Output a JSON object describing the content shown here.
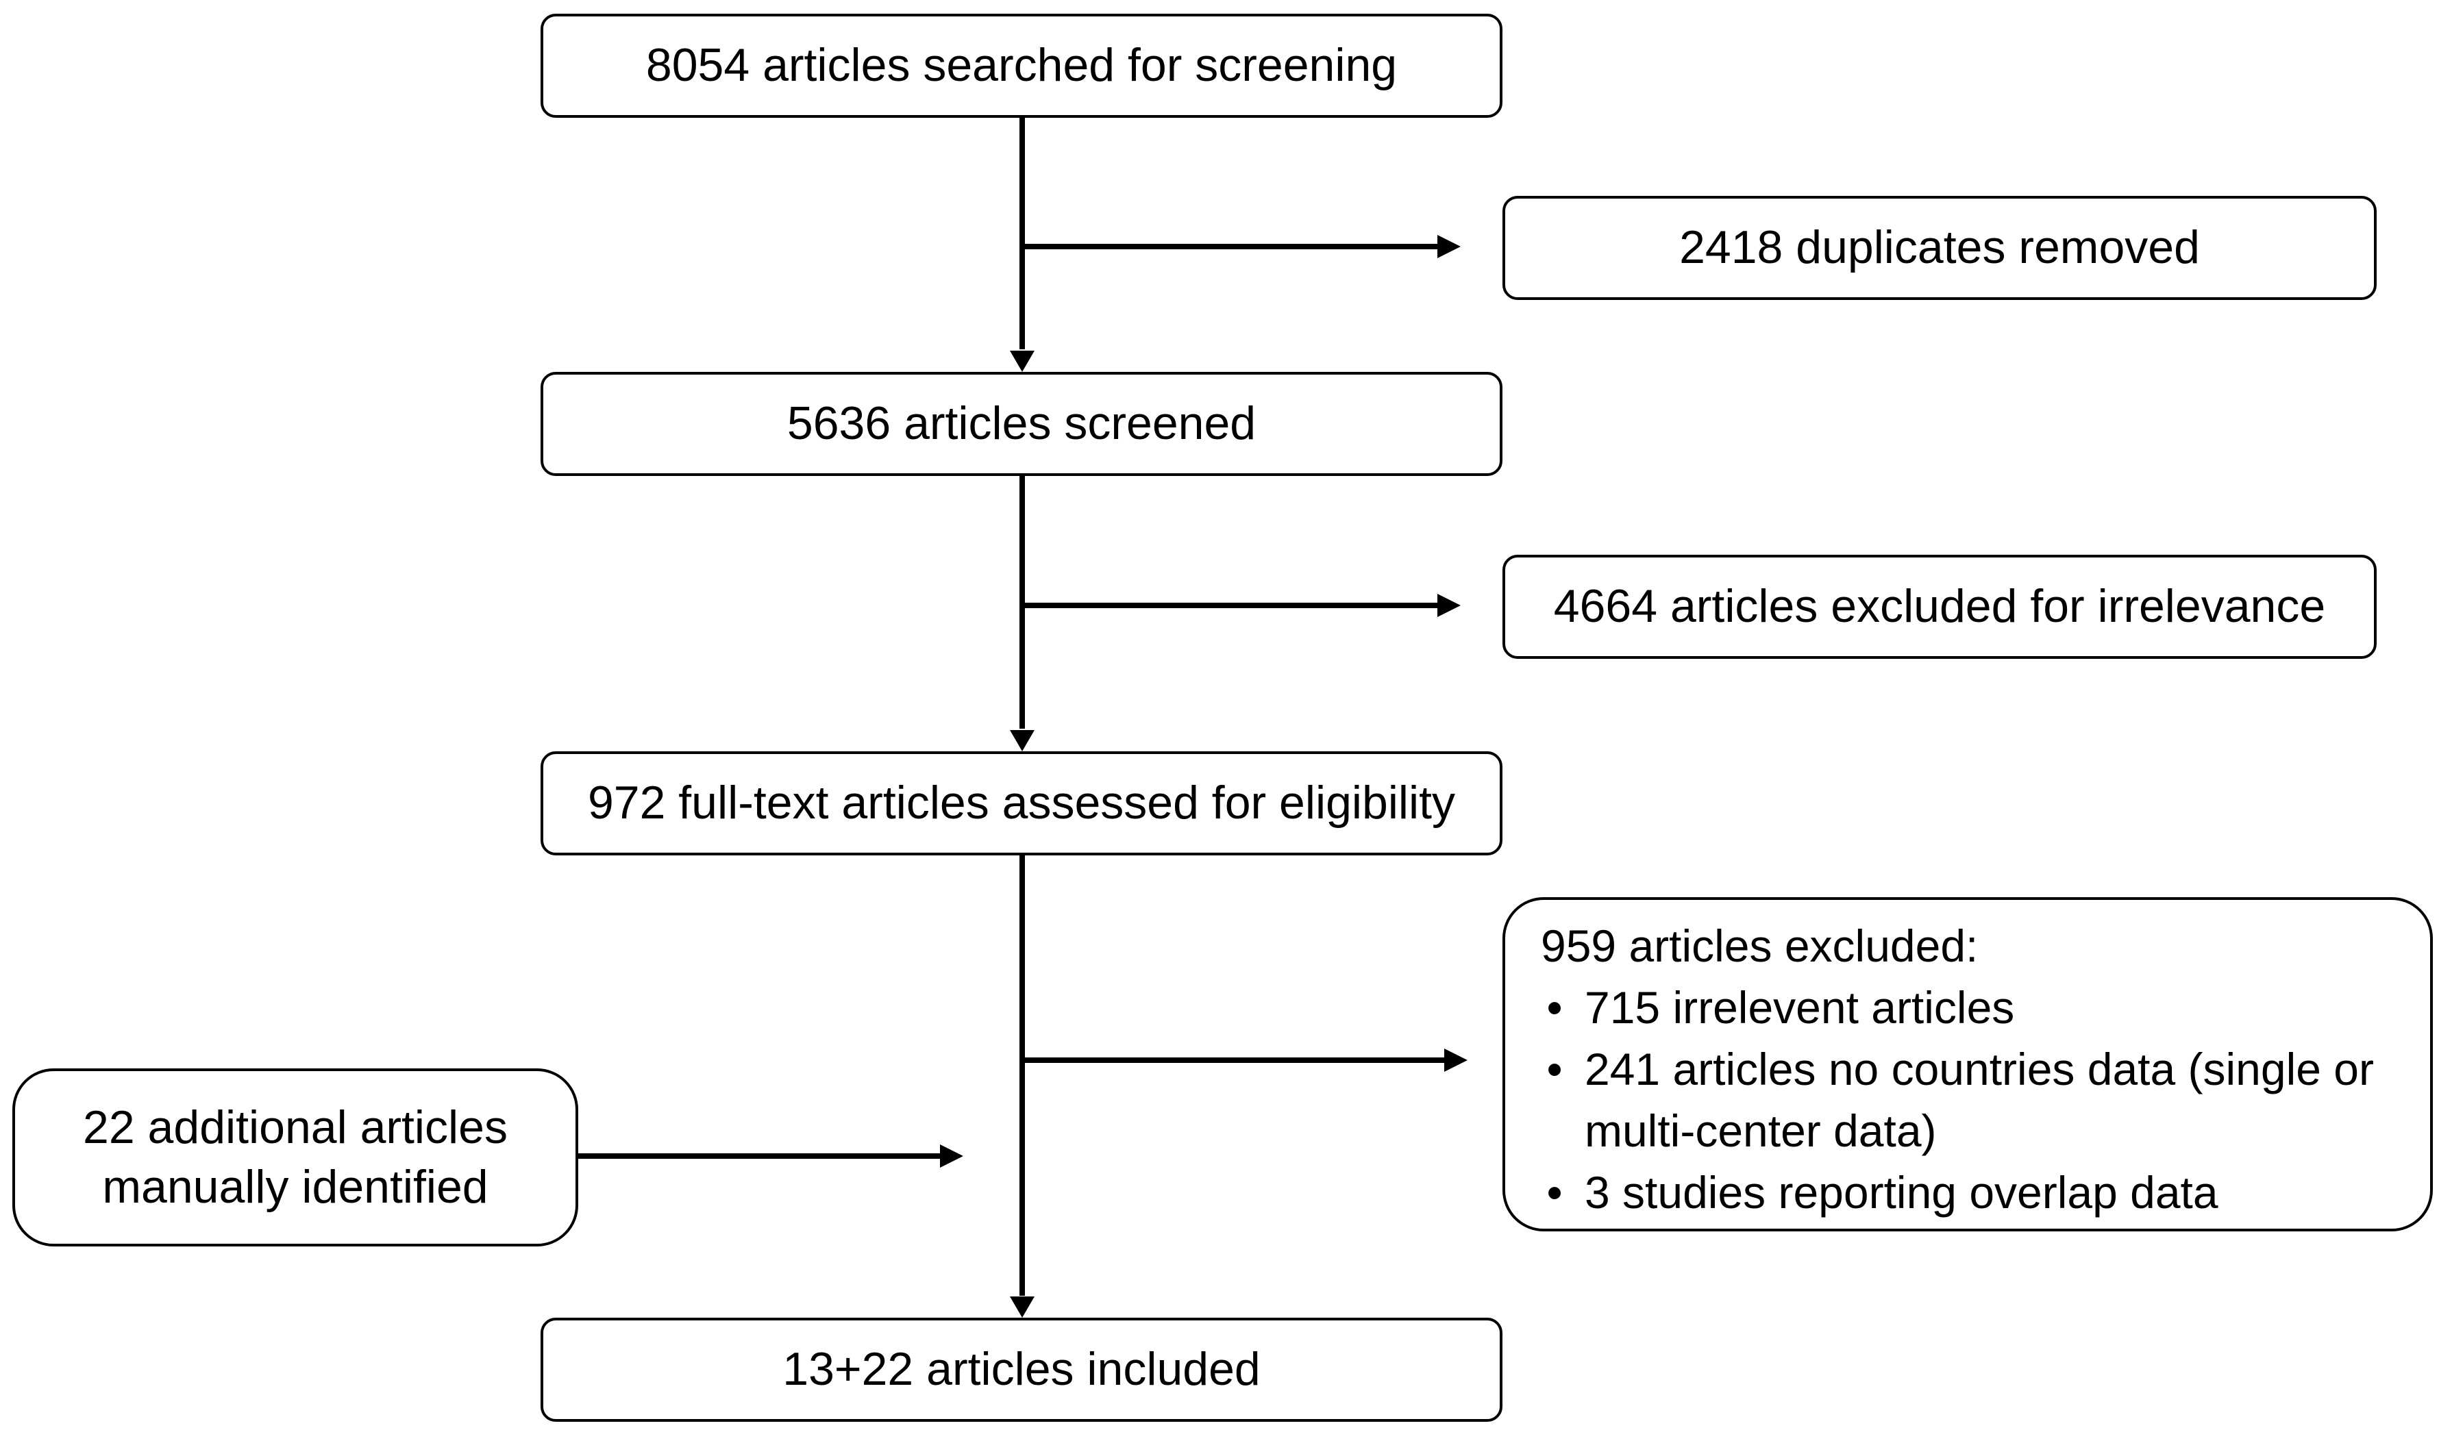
{
  "flowchart": {
    "searched": "8054 articles searched for screening",
    "duplicates": "2418 duplicates removed",
    "screened": "5636 articles screened",
    "irrelevance": "4664 articles excluded for irrelevance",
    "fulltext": "972 full-text articles assessed for eligibility",
    "excluded": {
      "heading": "959 articles excluded:",
      "bullet": "•",
      "items": [
        "715 irrelevent articles",
        "241 articles no countries data (single or multi-center data)",
        "3 studies reporting overlap data"
      ]
    },
    "additional": "22 additional articles manually identified",
    "included": "13+22 articles included"
  },
  "colors": {
    "line": "#000000",
    "box_fill": "#ffffff",
    "text": "#000000"
  }
}
